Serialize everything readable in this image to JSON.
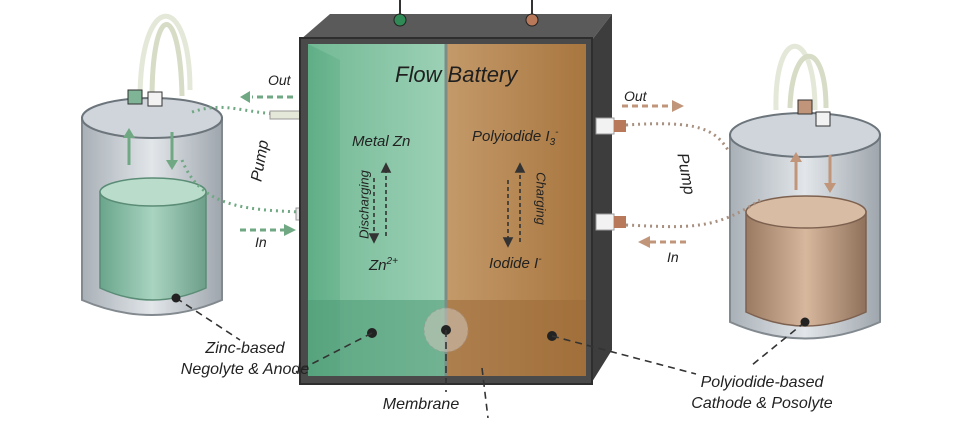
{
  "diagram": {
    "title": "Flow Battery",
    "left_half": {
      "species_top": "Metal Zn",
      "species_bottom_base": "Zn",
      "species_bottom_sup": "2+",
      "process": "Discharging"
    },
    "right_half": {
      "species_top_base": "Polyiodide I",
      "species_top_sub": "3",
      "species_top_sup": "-",
      "species_bottom_base": "Iodide I",
      "species_bottom_sup": "-",
      "process": "Charging"
    },
    "left_tank": {
      "out_label": "Out",
      "in_label": "In",
      "pump_label": "Pump",
      "caption_line1": "Zinc-based",
      "caption_line2": "Negolyte & Anode"
    },
    "right_tank": {
      "out_label": "Out",
      "in_label": "In",
      "pump_label": "Pump",
      "caption_line1": "Polyiodide-based",
      "caption_line2": "Cathode & Posolyte"
    },
    "membrane_label": "Membrane",
    "colors": {
      "negolyte_green": "#7fc4a4",
      "posolyte_brown": "#b88a58",
      "frame_gray": "#4a4a4a",
      "arrow_green": "#6fa883",
      "arrow_brown": "#c0957a"
    }
  }
}
